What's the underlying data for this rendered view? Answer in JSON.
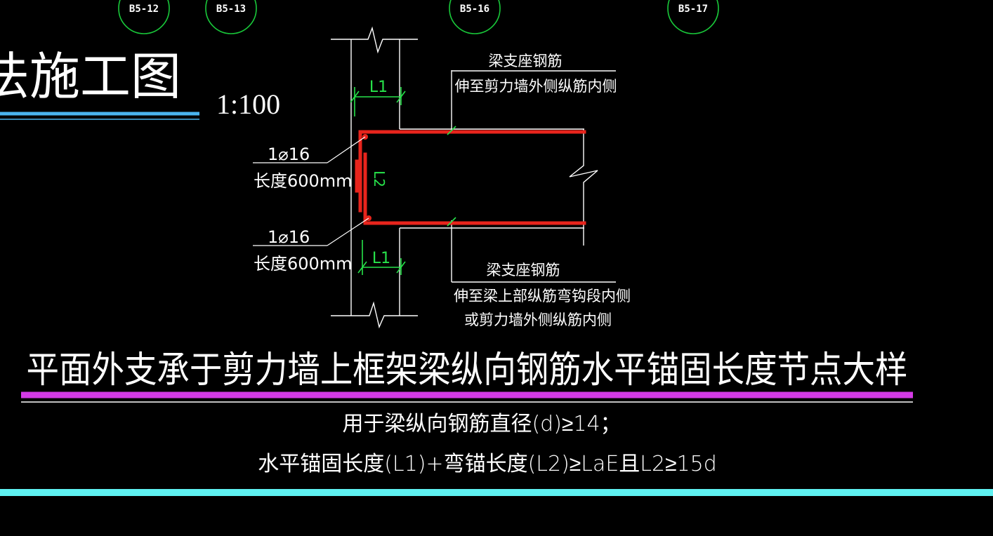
{
  "axis_bubbles": [
    "B5-12",
    "B5-13",
    "B5-16",
    "B5-17"
  ],
  "drawing_title_fragment": "平法施工图",
  "scale": "1:100",
  "dims": {
    "l1_top": "L1",
    "l1_bottom": "L1",
    "l2": "L2"
  },
  "rebar_callouts": {
    "top_size": "1⌀16",
    "top_length": "长度600mm",
    "bottom_size": "1⌀16",
    "bottom_length": "长度600mm"
  },
  "notes": {
    "top_line1": "梁支座钢筋",
    "top_line2": "伸至剪力墙外侧纵筋内侧",
    "bottom_line1": "梁支座钢筋",
    "bottom_line2": "伸至梁上部纵筋弯钩段内侧",
    "bottom_line3": "或剪力墙外侧纵筋内侧"
  },
  "detail_title": "平面外支承于剪力墙上框架梁纵向钢筋水平锚固长度节点大样",
  "conditions": {
    "line1": "用于梁纵向钢筋直径(d)≥14；",
    "line2": "水平锚固长度(L1)+弯锚长度(L2)≥LaE且L2≥15d"
  },
  "colors": {
    "background": "#000000",
    "line": "#ffffff",
    "rebar": "#e8241c",
    "dimension": "#27e34a",
    "bubble": "#19c93a",
    "title_underline": "#d43ae6",
    "left_underline": "#4ab5f0",
    "bottom_band": "#5ff1f1"
  }
}
